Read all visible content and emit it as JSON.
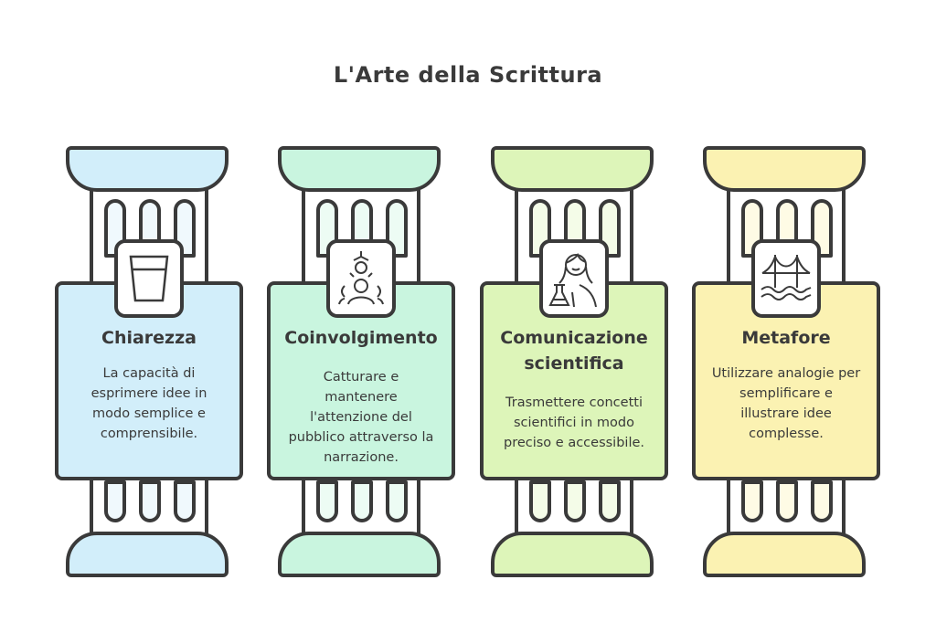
{
  "title": "L'Arte della Scrittura",
  "pillars": [
    {
      "title": "Chiarezza",
      "description": "La capacità di esprimere idee in modo semplice e comprensibile.",
      "icon": "glass-of-water-icon",
      "color": "#d2eefa"
    },
    {
      "title": "Coinvolgimento",
      "description": "Catturare e mantenere l'attenzione del pubblico attraverso la narrazione.",
      "icon": "audience-engagement-icon",
      "color": "#c9f5df"
    },
    {
      "title": "Comunicazione scientifica",
      "description": "Trasmettere concetti scientifici in modo preciso e accessibile.",
      "icon": "scientist-icon",
      "color": "#ddf5b9"
    },
    {
      "title": "Metafore",
      "description": "Utilizzare analogie per semplificare e illustrare idee complesse.",
      "icon": "bridge-icon",
      "color": "#fbf2b2"
    }
  ]
}
